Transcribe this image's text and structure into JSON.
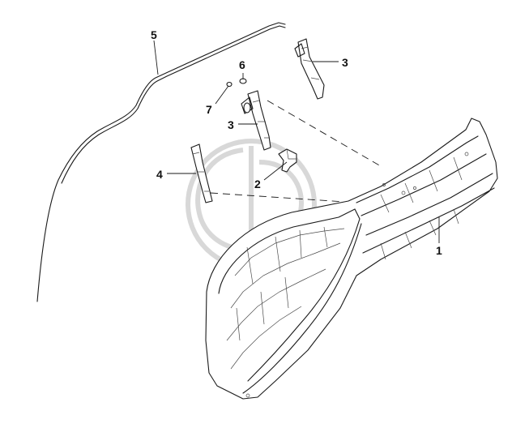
{
  "callouts": {
    "c1": "1",
    "c2": "2",
    "c3a": "3",
    "c3b": "3",
    "c4": "4",
    "c5": "5",
    "c6": "6",
    "c7": "7"
  },
  "colors": {
    "line": "#1a1a1a",
    "background": "#ffffff",
    "watermark": "#d8d8d8"
  }
}
